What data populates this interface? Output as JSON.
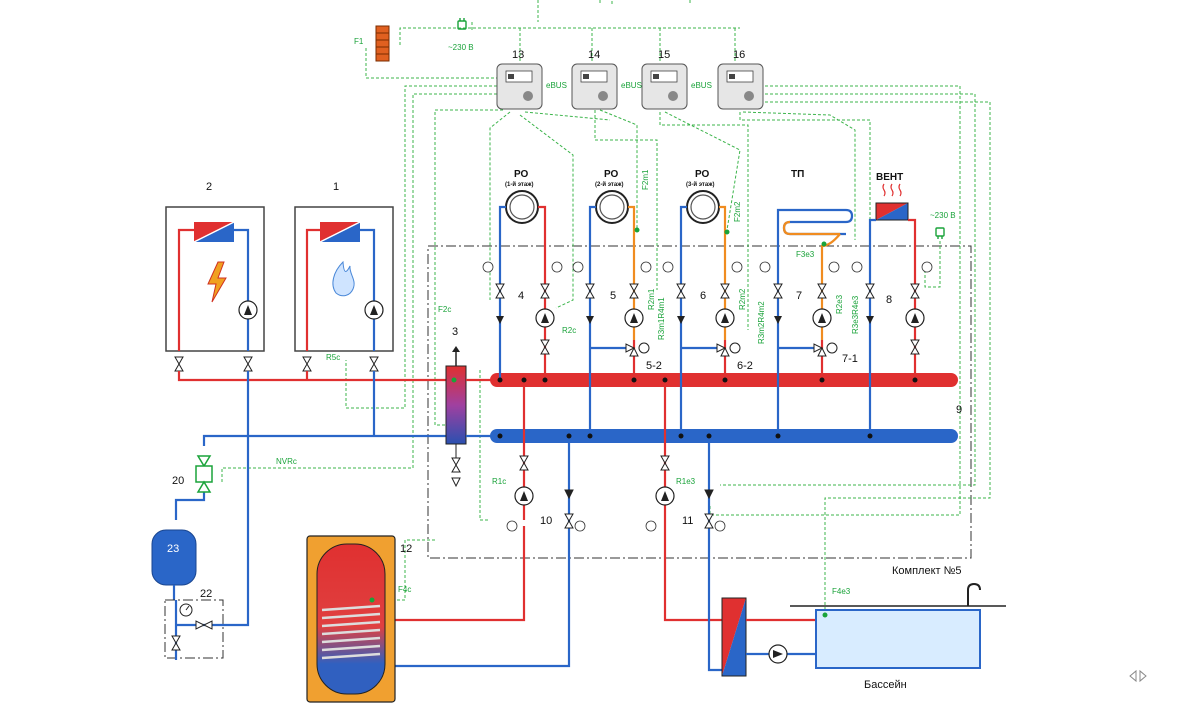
{
  "diagram": {
    "components": {
      "boiler_2": "2",
      "boiler_1": "1",
      "hydro_separator": "3",
      "circuit_4": "4",
      "circuit_5": "5",
      "circuit_6": "6",
      "circuit_7": "7",
      "circuit_8": "8",
      "collector": "9",
      "circuit_10": "10",
      "circuit_11": "11",
      "boiler_tank": "12",
      "controller_13": "13",
      "controller_14": "14",
      "controller_15": "15",
      "controller_16": "16",
      "unit_20": "20",
      "safety_group": "22",
      "expansion_tank": "23",
      "mixer_5": "5-2",
      "mixer_6": "6-2",
      "mixer_7": "7-1"
    },
    "headings": {
      "ro1": "РО",
      "ro1_sub": "(1-й этаж)",
      "ro2": "РО",
      "ro2_sub": "(2-й этаж)",
      "ro3": "РО",
      "ro3_sub": "(3-й этаж)",
      "tp": "ТП",
      "vent": "ВЕНТ"
    },
    "control_labels": {
      "F1": "F1",
      "F2c": "F2c",
      "R5c": "R5c",
      "R2c": "R2c",
      "NVRc": "NVRc",
      "R1c": "R1c",
      "R1e3": "R1e3",
      "F4c": "F4c",
      "F4e3": "F4e3",
      "F3e3": "F3e3",
      "v220_top": "~230 В",
      "v220_right": "~230 В",
      "c5_a": "R2m1",
      "c5_b": "R3m1R4m1",
      "c5_c": "F2m1",
      "c6_a": "R2m2",
      "c6_b": "R3m2R4m2",
      "c6_c": "F2m2",
      "c7_a": "R2e3",
      "c7_b": "R3e3R4e3",
      "ctrl_tag": "eBUS"
    },
    "kit_label": "Комплект №5",
    "pool_label": "Бассейн"
  }
}
